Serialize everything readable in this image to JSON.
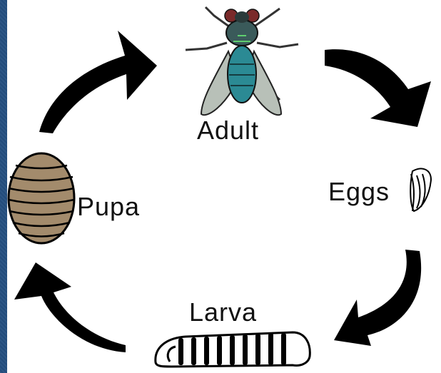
{
  "diagram": {
    "stages": {
      "adult": "Adult",
      "eggs": "Eggs",
      "larva": "Larva",
      "pupa": "Pupa"
    },
    "cycle_order": [
      "adult",
      "eggs",
      "larva",
      "pupa"
    ],
    "colors": {
      "frame_background": "#244f80",
      "canvas": "#ffffff",
      "arrows": "#000000",
      "fly_body": "#2b8a94",
      "fly_wing": "#b8c0b8",
      "pupa_fill": "#a38b6c"
    },
    "icons": [
      "fly-icon",
      "eggs-icon",
      "larva-icon",
      "pupa-icon"
    ]
  }
}
